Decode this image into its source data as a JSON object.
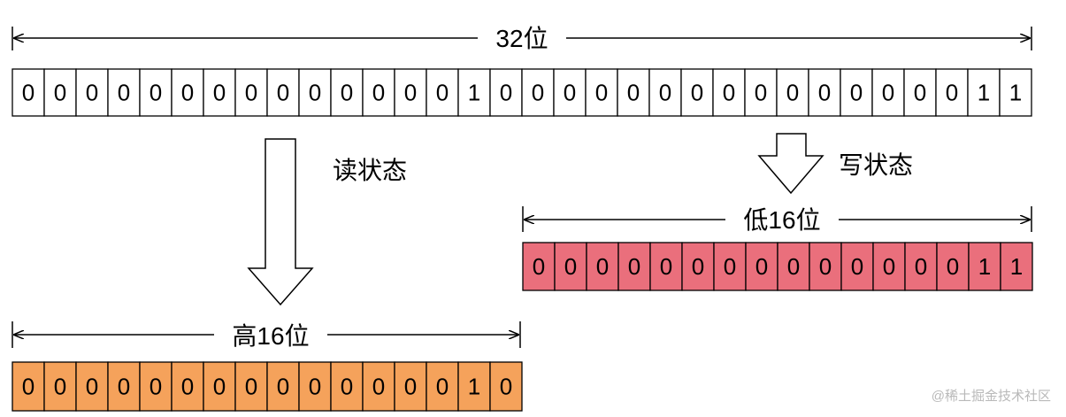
{
  "full_label": "32位",
  "full_bits": "00000000000000100000000000000011",
  "read_label": "读状态",
  "write_label": "写状态",
  "high_label": "高16位",
  "high_bits": "0000000000000010",
  "low_label": "低16位",
  "low_bits": "0000000000000011",
  "colors": {
    "full_fill": "#ffffff",
    "high_fill": "#f5a25b",
    "low_fill": "#ea6f7c",
    "stroke": "#000000"
  },
  "watermark": "@稀土掘金技术社区"
}
